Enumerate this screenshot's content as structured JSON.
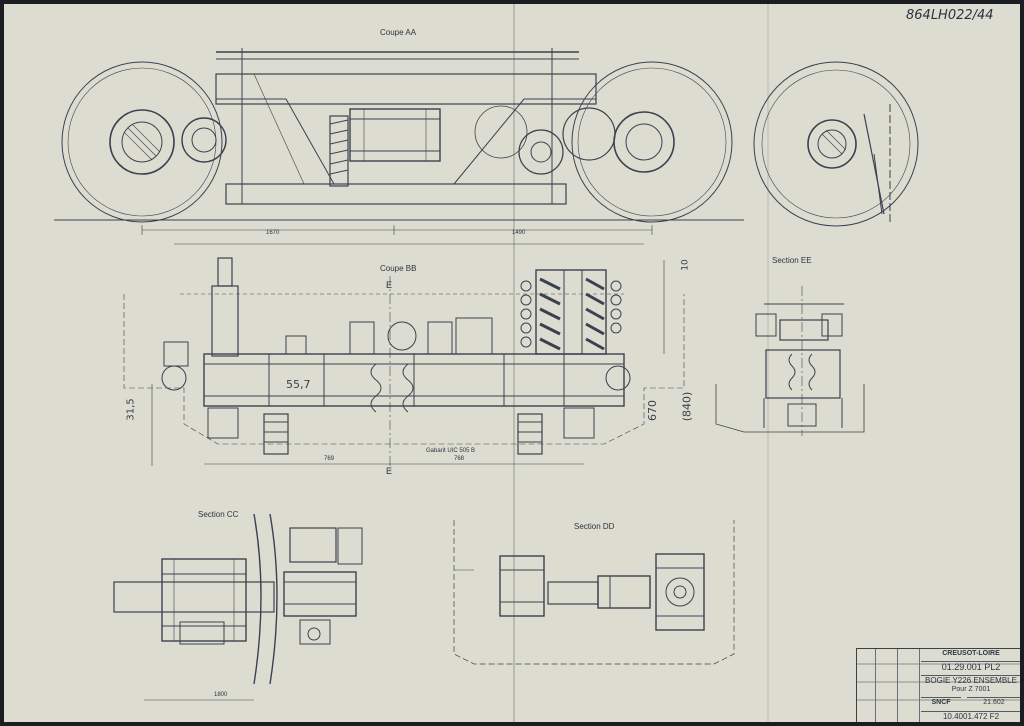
{
  "sheet": {
    "stamp": "864LH022/44",
    "views": {
      "coupe_aa": "Coupe AA",
      "coupe_bb": "Coupe BB",
      "section_cc": "Section CC",
      "section_dd": "Section DD",
      "section_ee": "Section EE"
    },
    "section_marks": {
      "e_top": "E",
      "e_bottom": "E"
    },
    "dimensions": {
      "aa_left": "1670",
      "aa_right": "1490",
      "bb_left": "769",
      "bb_right": "768",
      "bb_gabarit": "Gabarit UIC 505 B",
      "cc_bottom": "1800"
    },
    "handwritten": {
      "n557": "55,7",
      "n315": "31,5",
      "n670": "670",
      "n840": "(840)",
      "n10": "10"
    },
    "title_block": {
      "company": "CREUSOT-LOIRE",
      "drawing_no": "01.29.001 PL2",
      "title": "BOGIE Y226 ENSEMBLE",
      "subtitle": "Pour Z 7001",
      "client": "SNCF",
      "ref": "21.602",
      "file_no": "10.4001.472 F2"
    }
  }
}
